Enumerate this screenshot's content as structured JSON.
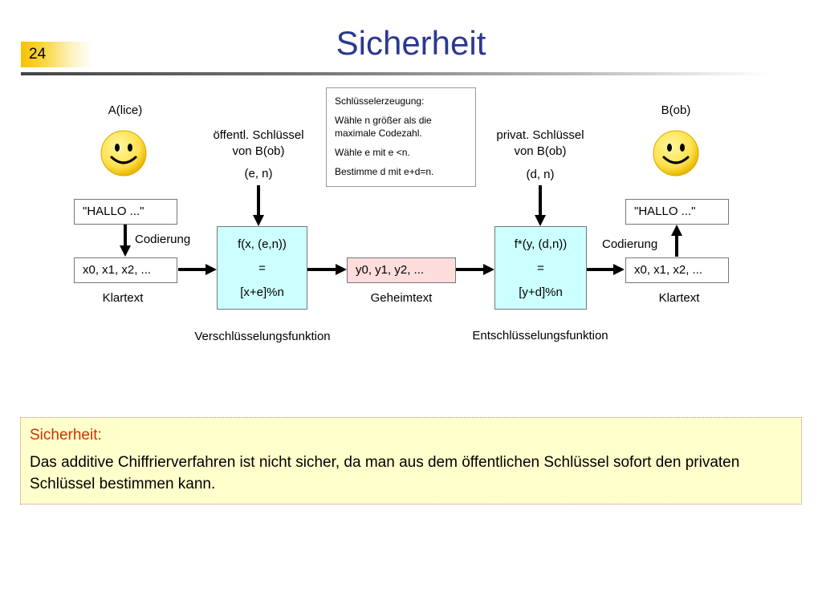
{
  "slide": {
    "number": "24",
    "title": "Sicherheit"
  },
  "diagram": {
    "alice_label": "A(lice)",
    "bob_label": "B(ob)",
    "public_key_label_line1": "öffentl. Schlüssel",
    "public_key_label_line2": "von B(ob)",
    "public_key_value": "(e, n)",
    "private_key_label_line1": "privat. Schlüssel",
    "private_key_label_line2": "von B(ob)",
    "private_key_value": "(d, n)",
    "keygen": {
      "heading": "Schlüsselerzeugung:",
      "step1": "Wähle n größer als die maximale Codezahl.",
      "step2": "Wähle e mit e <n.",
      "step3": "Bestimme d mit e+d=n."
    },
    "alice_message": "\"HALLO ...\"",
    "bob_message": "\"HALLO ...\"",
    "encoding_left": "Codierung",
    "encoding_right": "Codierung",
    "plaintext_left": "x0, x1, x2, ...",
    "plaintext_right": "x0, x1, x2, ...",
    "plaintext_label_left": "Klartext",
    "plaintext_label_right": "Klartext",
    "ciphertext": "y0, y1, y2, ...",
    "ciphertext_label": "Geheimtext",
    "encrypt_fn": {
      "line1": "f(x, (e,n))",
      "line2": "=",
      "line3": "[x+e]%n"
    },
    "decrypt_fn": {
      "line1": "f*(y, (d,n))",
      "line2": "=",
      "line3": "[y+d]%n"
    },
    "encrypt_label": "Verschlüsselungsfunktion",
    "decrypt_label": "Entschlüsselungsfunktion",
    "colors": {
      "function_box": "#ccffff",
      "ciphertext_box": "#ffdddd",
      "smiley": "#ffe14d",
      "title": "#2b3990"
    },
    "icons": [
      "smiley-face-icon",
      "arrow-right-icon",
      "arrow-down-icon",
      "arrow-up-icon"
    ]
  },
  "security_note": {
    "heading": "Sicherheit:",
    "body": "Das additive Chiffrierverfahren ist nicht sicher, da man aus dem öffentlichen Schlüssel sofort den privaten Schlüssel bestimmen kann."
  }
}
